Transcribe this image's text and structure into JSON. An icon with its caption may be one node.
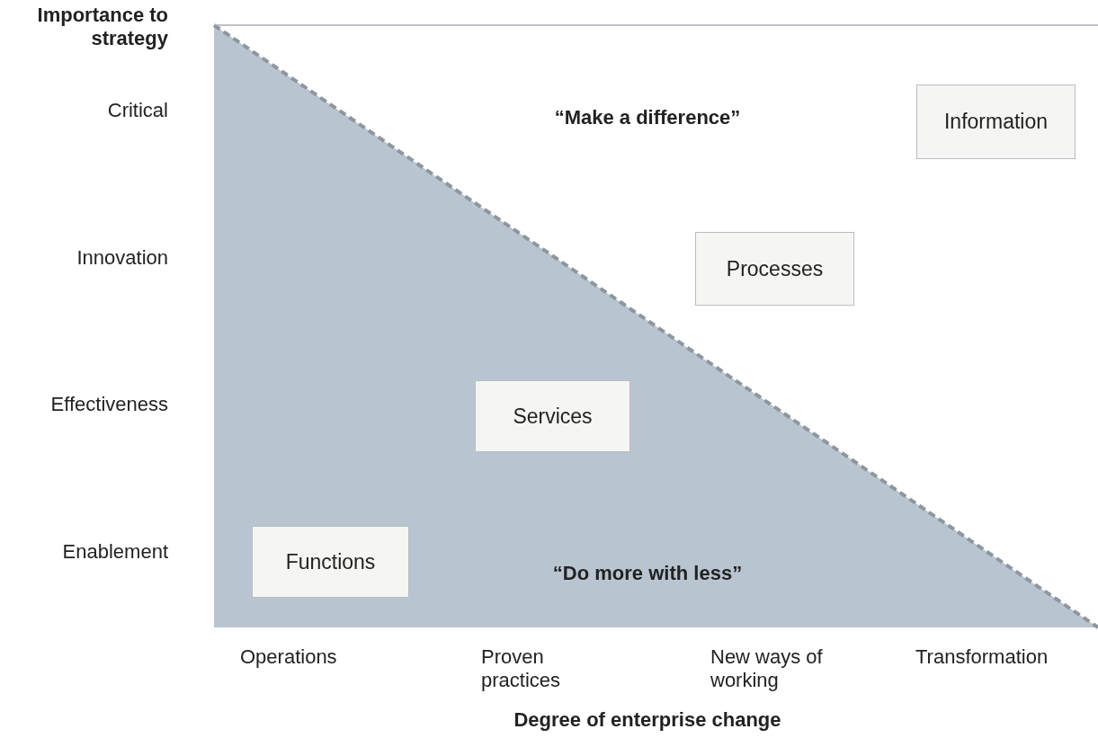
{
  "diagram": {
    "nodes": [
      {
        "text": [
          "Information"
        ]
      },
      {
        "text": [
          "Processes"
        ]
      },
      {
        "text": [
          "Services"
        ]
      },
      {
        "text": [
          "Functions"
        ]
      }
    ],
    "labels": [
      "Importance to strategy",
      "Critical",
      "“Make a difference”",
      "Innovation",
      "Effectiveness",
      "Enablement",
      "“Do more with less”",
      "Operations",
      "Proven practices",
      "New ways of working",
      "Transformation",
      "Degree of enterprise change"
    ]
  }
}
